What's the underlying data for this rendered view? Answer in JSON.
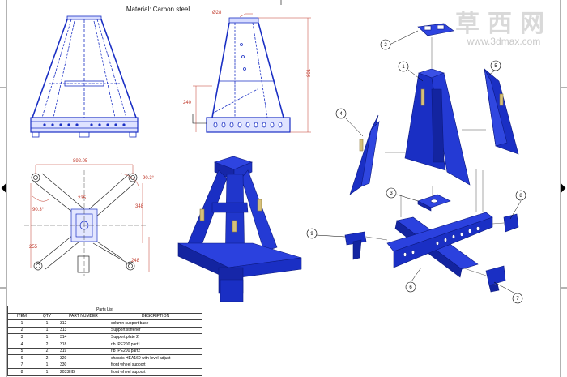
{
  "title": "Material: Carbon steel",
  "watermark": {
    "cn": "草西网",
    "url": "www.3dmax.com"
  },
  "colors": {
    "part_blue": "#1a2fc4",
    "dark_blue": "#0d1a80",
    "dimension_red": "#c0392b",
    "line": "#000000"
  },
  "side_view_dims": {
    "diameter": "Ø28",
    "height": "801",
    "lower": "240"
  },
  "top_view_dims": {
    "width": "892.05",
    "angle_right": "90.3°",
    "angle_left": "90.3°",
    "d1": "235",
    "d2": "348",
    "d3": "255",
    "d4": "248"
  },
  "balloons": [
    "1",
    "2",
    "3",
    "4",
    "5",
    "6",
    "7",
    "8",
    "9"
  ],
  "parts_list": {
    "caption": "Parts List",
    "headers": [
      "ITEM",
      "QTY",
      "PART NUMBER",
      "DESCRIPTION"
    ],
    "rows": [
      [
        "1",
        "1",
        "312",
        "column support base"
      ],
      [
        "2",
        "1",
        "313",
        "Support stiffener"
      ],
      [
        "3",
        "1",
        "314",
        "Support plate 2"
      ],
      [
        "4",
        "2",
        "318",
        "rib IPE200 part1"
      ],
      [
        "5",
        "2",
        "319",
        "rib IPE200 part2"
      ],
      [
        "6",
        "2",
        "320",
        "chassis HEA160 with level adjust"
      ],
      [
        "7",
        "1",
        "330",
        "front wheel support"
      ],
      [
        "8",
        "1",
        "2033HB",
        "front wheel support"
      ]
    ]
  }
}
